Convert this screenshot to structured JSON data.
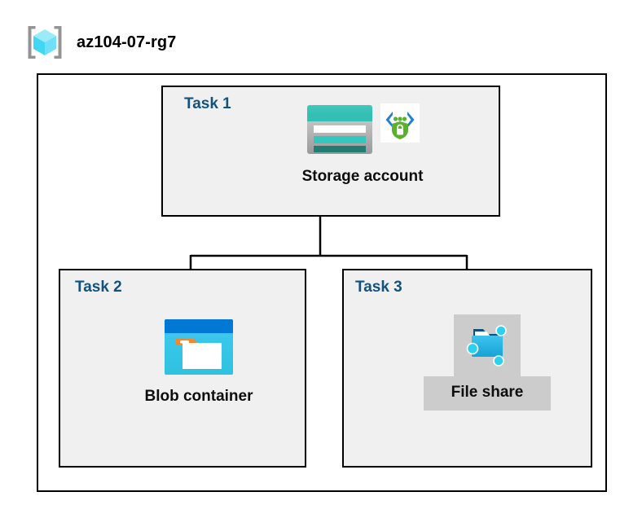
{
  "diagram": {
    "title": "az104-07-rg7",
    "title_icon": "resource-group-icon",
    "container_type": "resource-group"
  },
  "tasks": [
    {
      "id": "task1",
      "label": "Task 1",
      "node_caption": "Storage account",
      "icons": [
        "storage-account-icon",
        "secure-shield-lock-icon"
      ]
    },
    {
      "id": "task2",
      "label": "Task 2",
      "node_caption": "Blob container",
      "icons": [
        "blob-container-icon"
      ]
    },
    {
      "id": "task3",
      "label": "Task 3",
      "node_caption": "File share",
      "icons": [
        "file-share-icon"
      ],
      "highlighted": "true"
    }
  ],
  "connections": [
    {
      "from": "Storage account",
      "to": "Blob container"
    },
    {
      "from": "Storage account",
      "to": "File share"
    }
  ],
  "colors": {
    "task_label": "#12527c",
    "panel_fill": "#f0f0f0",
    "panel_border": "#000000",
    "caption_text": "#0d0d0d",
    "highlight_fill": "#cccccc",
    "storage_teal": "#32bfb4",
    "storage_teal_dark": "#227c72",
    "blob_blue": "#0078d4",
    "blob_cyan": "#32c8e8",
    "blob_orange": "#f7862a",
    "shield_green": "#5bb12f",
    "bracket_blue": "#1f7fd4",
    "cube_cyan": "#79e2f2",
    "bracket_gray": "#949494"
  }
}
